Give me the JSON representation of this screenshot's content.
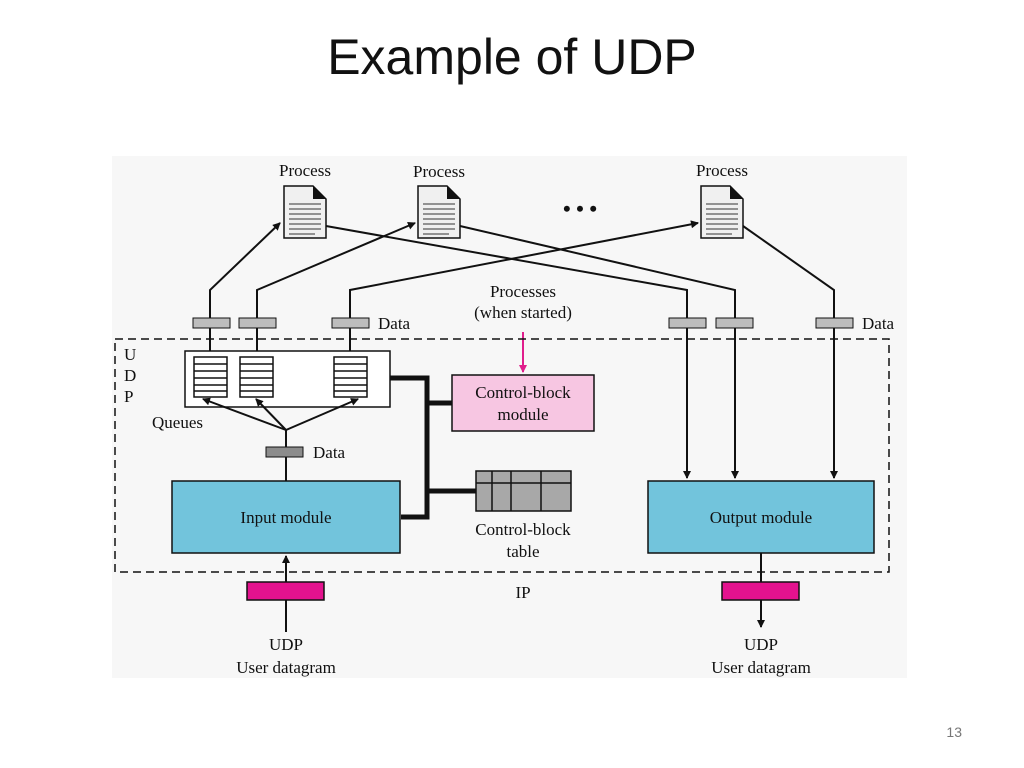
{
  "slide": {
    "title": "Example of UDP",
    "page_number": "13"
  },
  "diagram": {
    "process_label": "Process",
    "ellipsis": "• • •",
    "data_label": "Data",
    "processes_note_line1": "Processes",
    "processes_note_line2": "(when started)",
    "udp_letters": [
      "U",
      "D",
      "P"
    ],
    "queues_label": "Queues",
    "control_block_module_line1": "Control-block",
    "control_block_module_line2": "module",
    "control_block_table_line1": "Control-block",
    "control_block_table_line2": "table",
    "input_module": "Input module",
    "output_module": "Output module",
    "ip_label": "IP",
    "udp_in_line1": "UDP",
    "udp_in_line2": "User datagram",
    "udp_out_line1": "UDP",
    "udp_out_line2": "User datagram"
  },
  "colors": {
    "module_fill": "#72c4dc",
    "control_block_module_fill": "#f7c6e2",
    "datagram_fill": "#e4128e",
    "note_arrow": "#e01e8c",
    "data_chip": "#bdbdbd",
    "table_fill": "#a8a8a8",
    "diagram_bg": "#f7f7f7"
  }
}
